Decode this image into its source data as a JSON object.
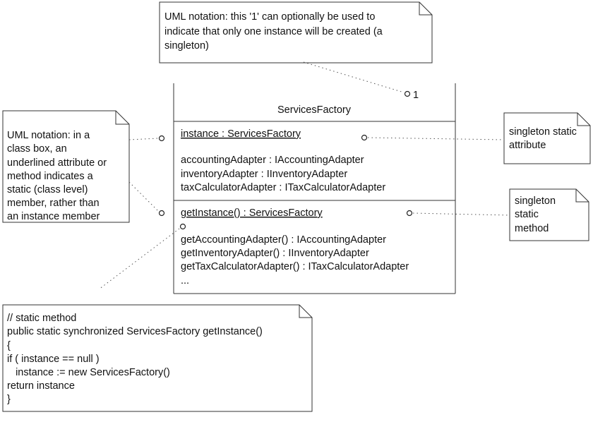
{
  "class": {
    "name": "ServicesFactory",
    "multiplicity": "1",
    "static_attribute": "instance : ServicesFactory",
    "attributes": [
      "accountingAdapter : IAccountingAdapter",
      "inventoryAdapter : IInventoryAdapter",
      "taxCalculatorAdapter : ITaxCalculatorAdapter"
    ],
    "static_method": "getInstance() : ServicesFactory",
    "methods": [
      "getAccountingAdapter() : IAccountingAdapter",
      "getInventoryAdapter() : IInventoryAdapter",
      "getTaxCalculatorAdapter() : ITaxCalculatorAdapter",
      "..."
    ]
  },
  "notes": {
    "top": [
      "UML notation: this '1' can optionally be used to",
      "indicate that only one instance will be created (a",
      "singleton)"
    ],
    "left": [
      "UML notation: in a",
      "class box, an",
      "underlined attribute or",
      "method indicates a",
      "static (class level)",
      "member, rather than",
      "an instance member"
    ],
    "right_attribute": [
      "singleton static",
      "attribute"
    ],
    "right_method": [
      "singleton",
      "static",
      "method"
    ],
    "code": [
      "// static method",
      "public static synchronized ServicesFactory getInstance()",
      "{",
      "if ( instance == null )",
      "   instance := new ServicesFactory()",
      "return instance",
      "}"
    ]
  }
}
